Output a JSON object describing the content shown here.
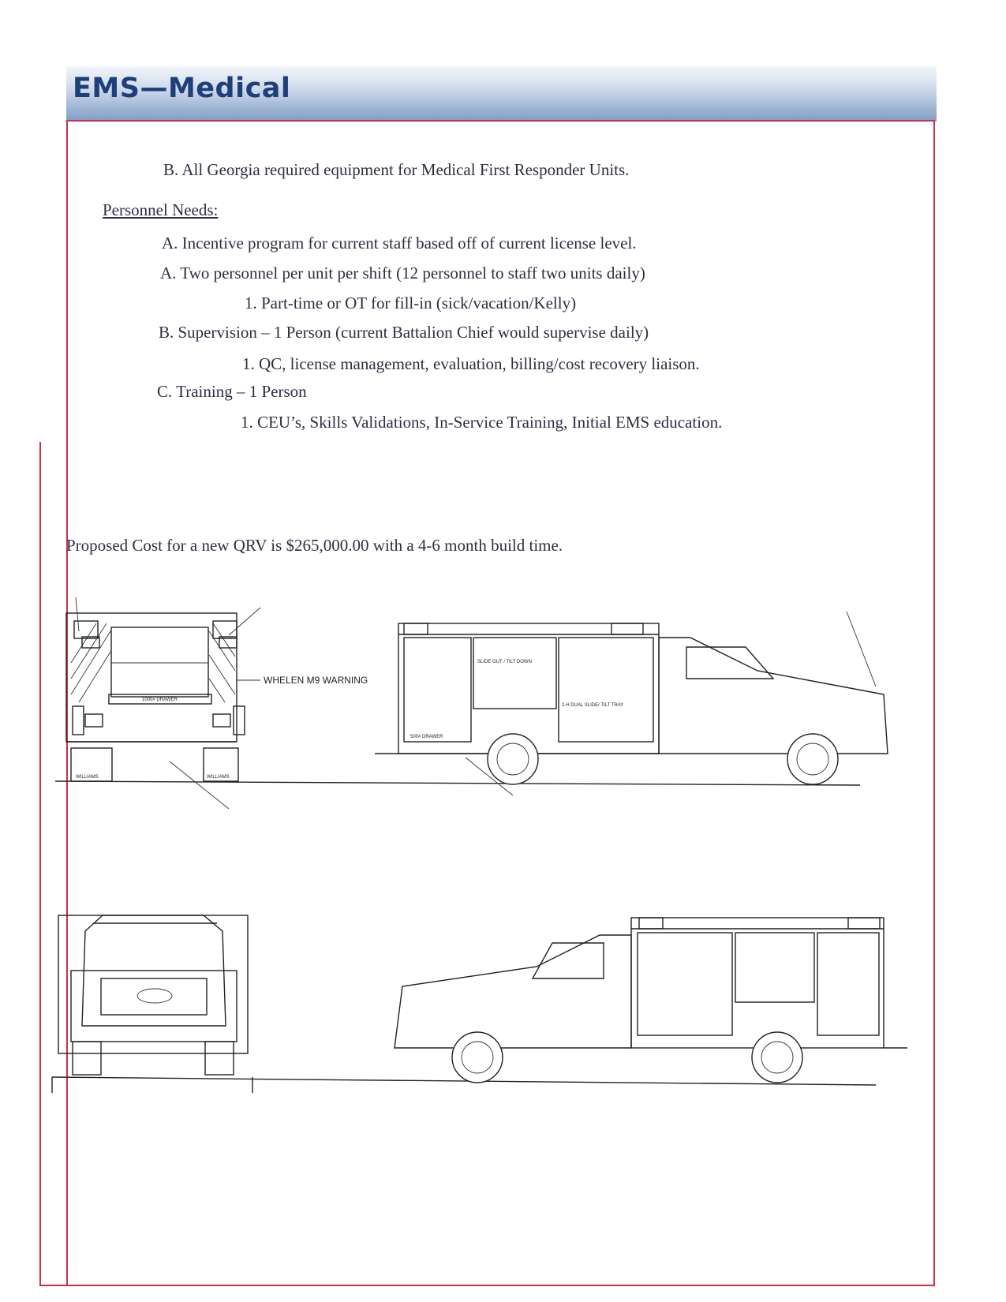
{
  "header": {
    "title": "EMS—Medical"
  },
  "content": {
    "equipment_line": "B. All Georgia required equipment for Medical First Responder Units.",
    "personnel_heading": "Personnel Needs:",
    "items": [
      "A. Incentive program for current staff based off of current license level.",
      "A. Two personnel per unit per shift (12 personnel to staff two units daily)",
      "1. Part-time or OT for fill-in (sick/vacation/Kelly)",
      "B. Supervision – 1 Person (current Battalion Chief would supervise daily)",
      "1. QC, license management, evaluation, billing/cost recovery liaison.",
      "C. Training – 1 Person",
      "1. CEU’s, Skills Validations, In-Service Training, Initial EMS education."
    ],
    "cost_line": "Proposed Cost for a new QRV is $265,000.00 with a 4-6 month build time."
  },
  "drawing": {
    "callout": "WHELEN M9 WARNING",
    "rear_drawer": "1000# DRAWER",
    "side_drawer": "500# DRAWER",
    "slide_tray": "SLIDE OUT / TILT DOWN",
    "tray_label": "2-H DUAL SLIDE/ TILT TRAY",
    "mudflap": "WILLIAMS"
  }
}
